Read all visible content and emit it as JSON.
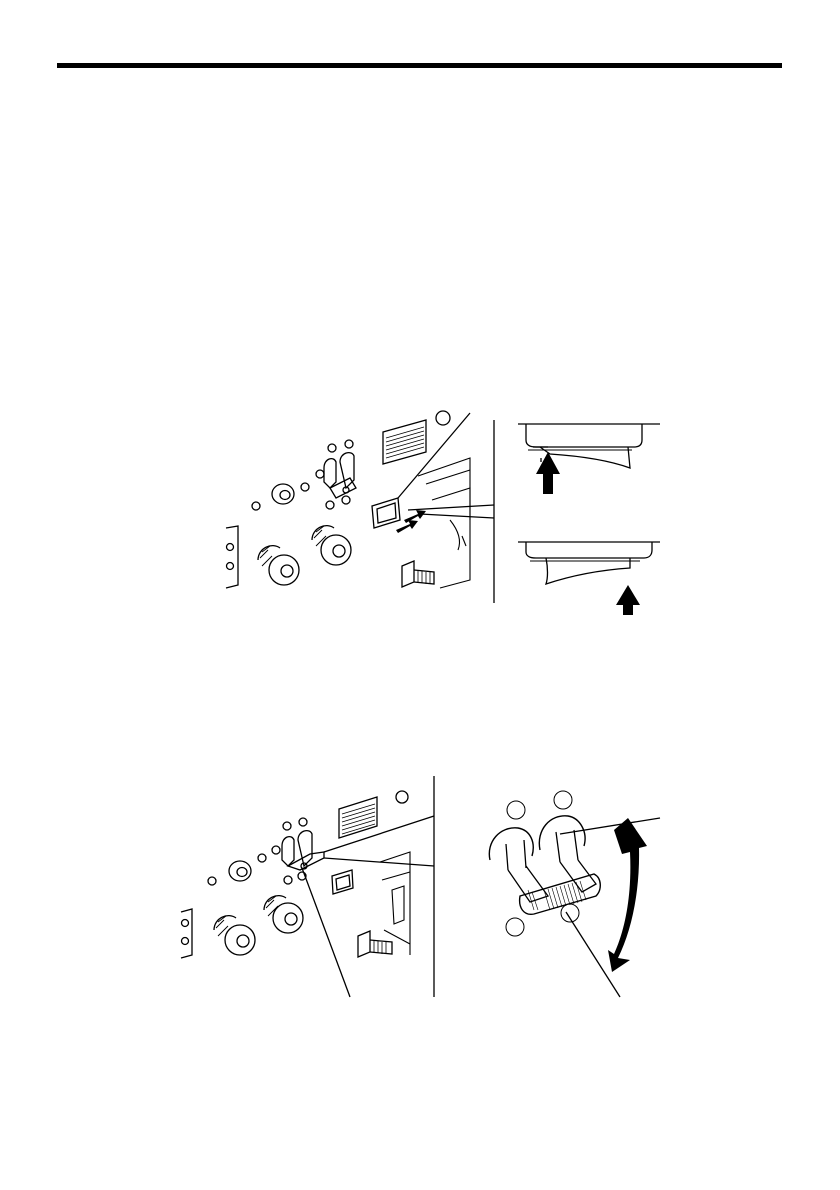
{
  "page": {
    "header_rule": true
  },
  "figures": [
    {
      "id": "figure-1",
      "subject": "rocker-switch-panel"
    },
    {
      "id": "figure-2",
      "subject": "toggle-lever-panel"
    }
  ],
  "colors": {
    "ink": "#000000",
    "paper": "#ffffff",
    "tone": "#9a9a9a"
  }
}
